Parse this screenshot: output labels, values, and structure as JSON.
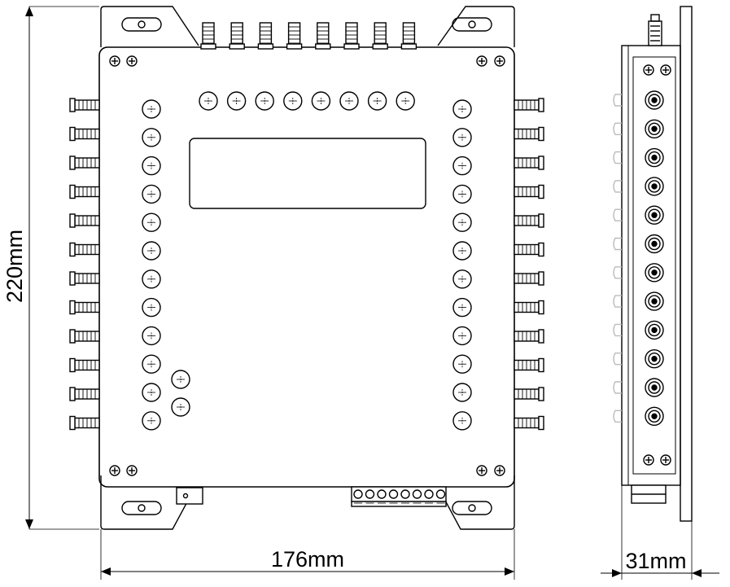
{
  "dimensions": {
    "height_label": "220mm",
    "width_label": "176mm",
    "depth_label": "31mm"
  },
  "front_view": {
    "top_connector_count": 8,
    "left_connector_count": 12,
    "right_connector_count": 12,
    "top_led_count": 8,
    "left_led_count": 12,
    "right_led_count": 12,
    "extra_led_count": 2,
    "terminal_block_pins": 8
  },
  "side_view": {
    "connector_count": 12
  },
  "colors": {
    "line": "#000000",
    "background": "#ffffff"
  }
}
